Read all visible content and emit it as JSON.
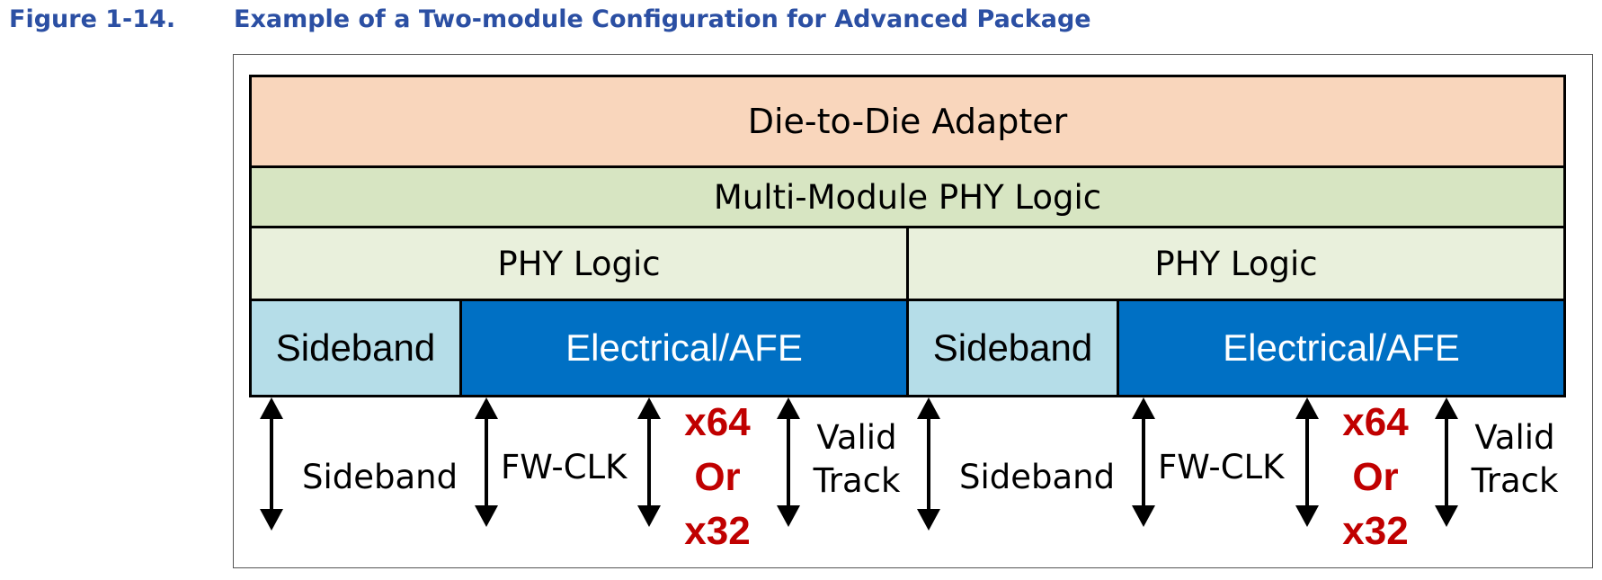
{
  "caption": {
    "number": "Figure 1-14.",
    "title": "Example of a Two-module Configuration for Advanced Package"
  },
  "layers": {
    "adapter": "Die-to-Die Adapter",
    "multi_module_phy": "Multi-Module PHY Logic"
  },
  "modules": [
    {
      "phy_logic": "PHY Logic",
      "sideband": "Sideband",
      "afe": "Electrical/AFE",
      "signals": {
        "sideband": "Sideband",
        "fwclk": "FW-CLK",
        "lanes": [
          "x64",
          "Or",
          "x32"
        ],
        "valid_track": [
          "Valid",
          "Track"
        ]
      }
    },
    {
      "phy_logic": "PHY Logic",
      "sideband": "Sideband",
      "afe": "Electrical/AFE",
      "signals": {
        "sideband": "Sideband",
        "fwclk": "FW-CLK",
        "lanes": [
          "x64",
          "Or",
          "x32"
        ],
        "valid_track": [
          "Valid",
          "Track"
        ]
      }
    }
  ]
}
